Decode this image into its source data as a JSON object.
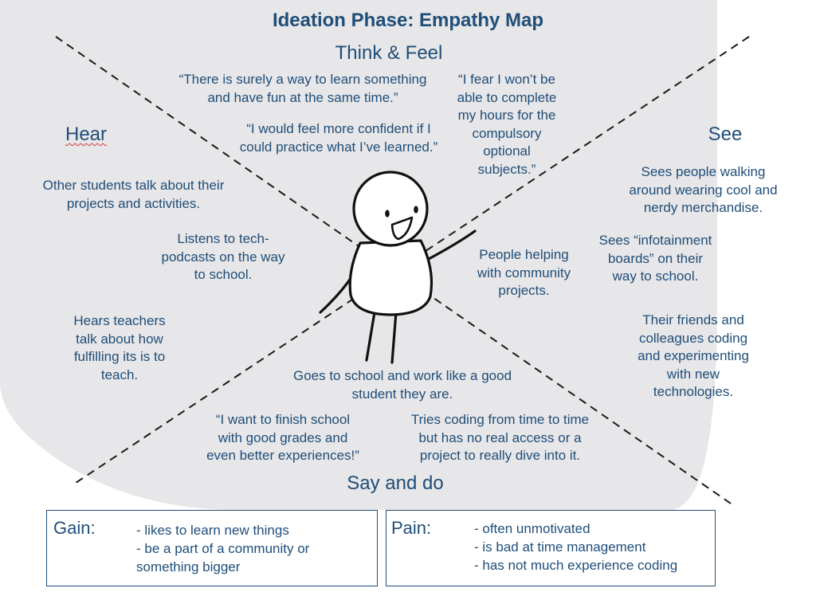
{
  "title": "Ideation Phase: Empathy Map",
  "quadrants": {
    "think_feel": {
      "heading": "Think & Feel",
      "items": [
        [
          "“There is surely a way to learn something",
          "and have fun at the same time.”"
        ],
        [
          "“I would feel more confident if I",
          "could practice what I’ve learned.”"
        ],
        [
          "“I fear I won’t be",
          "able to complete",
          "my hours for the",
          "compulsory",
          "optional",
          "subjects.”"
        ]
      ]
    },
    "hear": {
      "heading": "Hear",
      "items": [
        [
          "Other students talk about their",
          "projects and activities."
        ],
        [
          "Listens to tech-",
          "podcasts on the way",
          "to school."
        ],
        [
          "Hears teachers",
          "talk about how",
          "fulfilling its is to",
          "teach."
        ]
      ]
    },
    "see": {
      "heading": "See",
      "items": [
        [
          "Sees people walking",
          "around wearing cool and",
          "nerdy merchandise."
        ],
        [
          "Sees “infotainment",
          "boards” on their",
          "way to school."
        ],
        [
          "People helping",
          "with community",
          "projects."
        ],
        [
          "Their friends and",
          "colleagues coding",
          "and experimenting",
          "with new",
          "technologies."
        ]
      ]
    },
    "say_do": {
      "heading": "Say and do",
      "items": [
        [
          "Goes to school and work like a good",
          "student they are."
        ],
        [
          "“I want to finish school",
          "with good grades and",
          "even better experiences!”"
        ],
        [
          "Tries coding from time to time",
          "but has no real access or a",
          "project to really dive into it."
        ]
      ]
    }
  },
  "gain": {
    "label": "Gain:",
    "items": [
      "- likes to learn new things",
      "- be a part of a community or",
      "something bigger"
    ]
  },
  "pain": {
    "label": "Pain:",
    "items": [
      "- often unmotivated",
      "- is bad at time management",
      "- has not much experience coding"
    ]
  },
  "colors": {
    "text": "#1f4e79",
    "background_shape": "#e7e6e8",
    "lines": "#1a1a1a",
    "hear_underline": "#d43b3b"
  }
}
